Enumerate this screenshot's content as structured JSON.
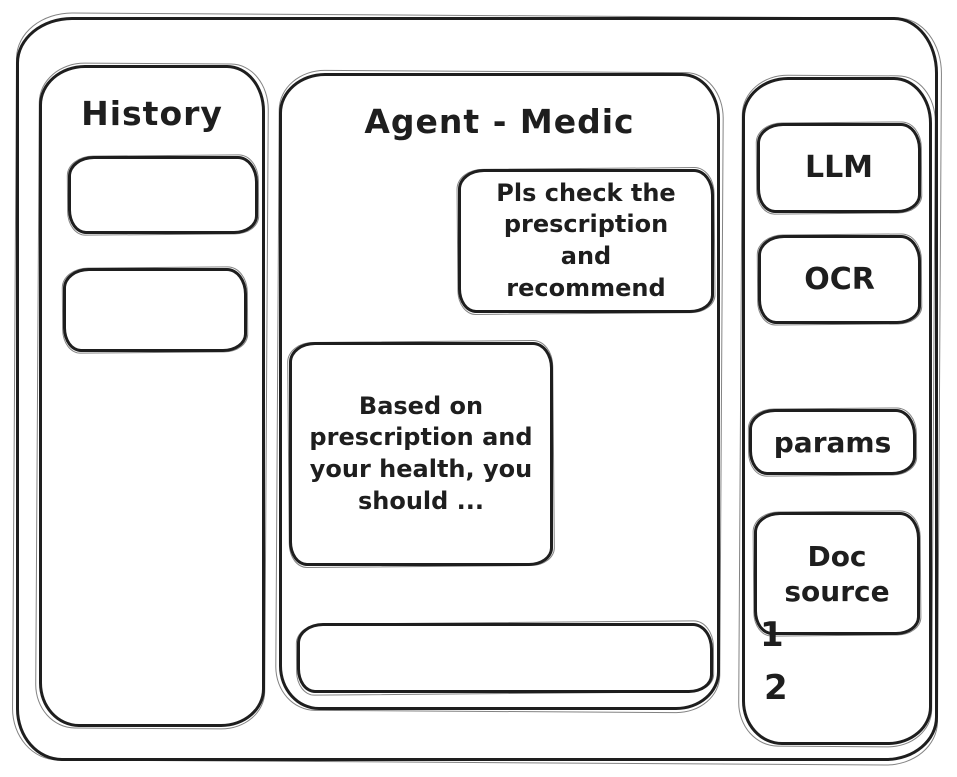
{
  "theme": {
    "ink": "#1e1e1e",
    "background": "#ffffff"
  },
  "history_panel": {
    "title": "History",
    "items": [
      {
        "label": ""
      },
      {
        "label": ""
      }
    ]
  },
  "chat_panel": {
    "title": "Agent - Medic",
    "messages": [
      {
        "role": "user",
        "align": "right",
        "text": "Pls check the prescription and recommend"
      },
      {
        "role": "agent",
        "align": "left",
        "text": "Based on prescription and your health, you should ..."
      }
    ],
    "input": {
      "value": "",
      "placeholder": ""
    }
  },
  "tools_panel": {
    "buttons": [
      {
        "label": "LLM"
      },
      {
        "label": "OCR"
      },
      {
        "label": "params"
      },
      {
        "label": "Doc source"
      }
    ],
    "doc_source_items": [
      "1",
      "2"
    ]
  }
}
